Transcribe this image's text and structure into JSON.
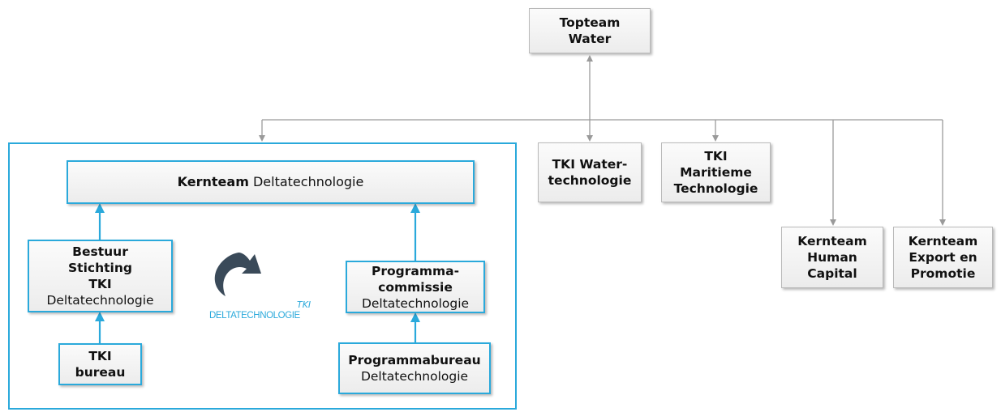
{
  "nodes": {
    "topteam": {
      "line1": "Topteam",
      "line2": "Water"
    },
    "tki_water": {
      "line1": "TKI Water-",
      "line2": "technologie"
    },
    "tki_maritieme": {
      "line1": "TKI",
      "line2": "Maritieme",
      "line3": "Technologie"
    },
    "human_capital": {
      "line1": "Kernteam",
      "line2": "Human",
      "line3": "Capital"
    },
    "export_promotie": {
      "line1": "Kernteam",
      "line2": "Export en",
      "line3": "Promotie"
    },
    "kernteam_delta": {
      "bold": "Kernteam",
      "normal": "Deltatechnologie"
    },
    "bestuur": {
      "line1": "Bestuur",
      "line2": "Stichting",
      "line3": "TKI",
      "line4": "Deltatechnologie"
    },
    "tki_bureau": {
      "line1": "TKI",
      "line2": "bureau"
    },
    "programmacommissie": {
      "line1": "Programma-",
      "line2": "commissie",
      "line3": "Deltatechnologie"
    },
    "programmabureau": {
      "line1": "Programmabureau",
      "line2": "Deltatechnologie"
    }
  },
  "logo": {
    "tki": "TKI",
    "wordmark": "DELTATECHNOLOGIE"
  },
  "colors": {
    "blue": "#2aa9db",
    "gray_line": "#9a9a9a",
    "box_border": "#b9b9b9"
  }
}
